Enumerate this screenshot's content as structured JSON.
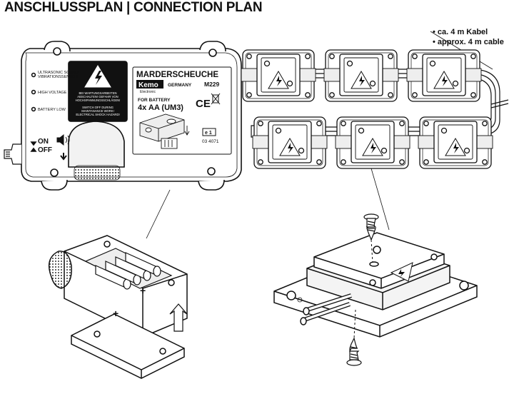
{
  "title": "ANSCHLUSSPLAN | CONNECTION PLAN",
  "cable_note": {
    "line_de": "ca. 4 m Kabel",
    "line_en": "approx. 4 m cable"
  },
  "device": {
    "indicators": {
      "ultrasonic": [
        "ULTRASONIC SOUND",
        "VIBRATIONSSENSOR"
      ],
      "high_voltage": "HIGH VOLTAGE",
      "battery_low": "BATTERY LOW"
    },
    "switch": {
      "on": "ON",
      "off": "OFF"
    },
    "warning_de": [
      "BEI WARTUNGSARBEITEN",
      "ABSCHALTEN! GEFAHR VON",
      "HOCHSPANNUNGSSCHLÄGEN!"
    ],
    "warning_en": [
      "SWITCH OFF DURING",
      "MAINTANANCE WORK!",
      "ELECTRICAL SHOCK HAZARD!"
    ],
    "product_name": "MARDERSCHEUCHE",
    "brand": "Kemo",
    "brand_sub": "Electronic",
    "country": "GERMANY",
    "model": "M229",
    "battery_label": "FOR BATTERY",
    "battery_spec": "4x AA (UM3)",
    "ce_mark": "CE",
    "code_box": "e 1",
    "code_number": "03 4071"
  },
  "colors": {
    "line": "#111111",
    "fill": "#ffffff",
    "shade": "#e6e6e6",
    "dark": "#333333"
  }
}
